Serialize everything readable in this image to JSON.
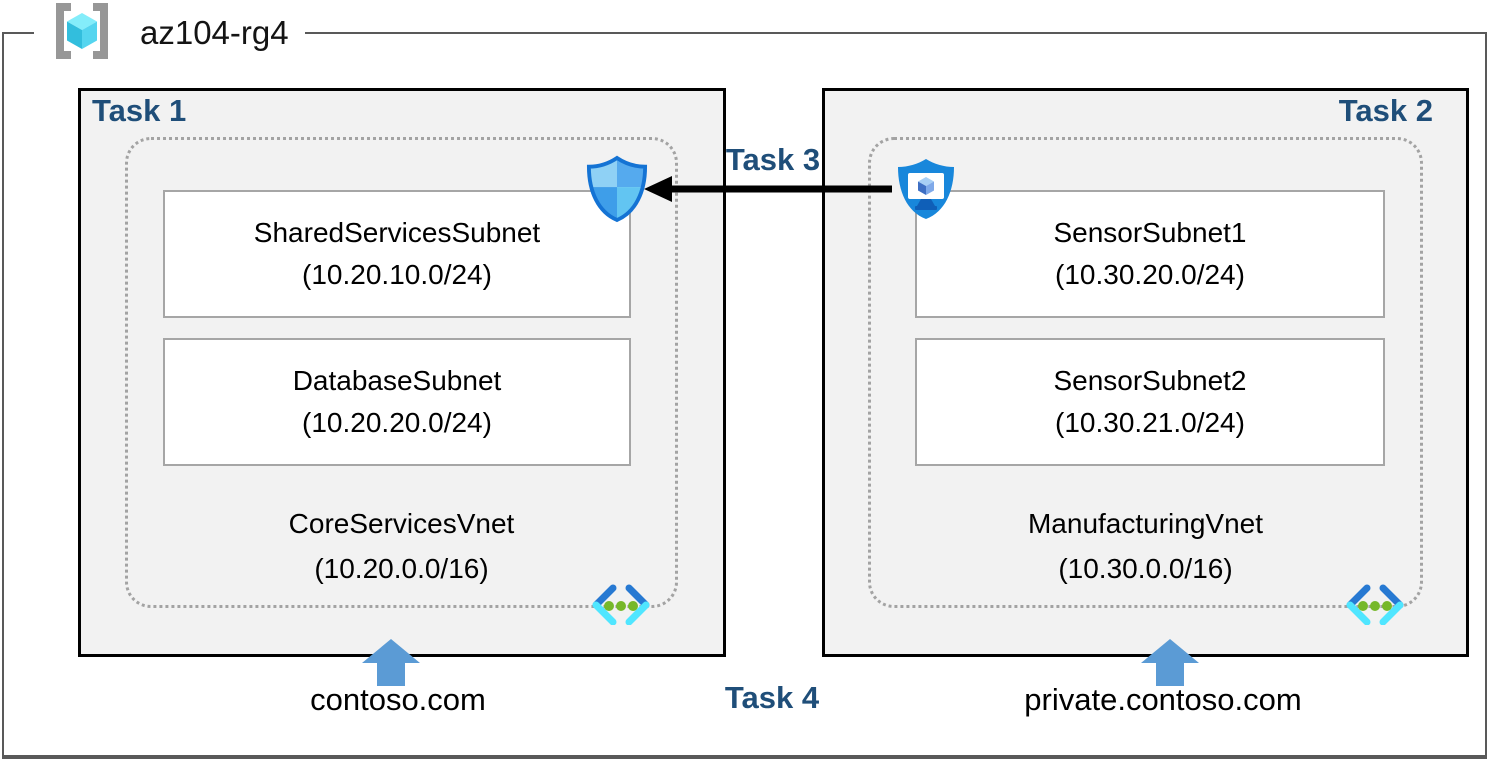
{
  "resource_group": {
    "name": "az104-rg4",
    "icon": "resource-group-icon"
  },
  "left": {
    "task_label": "Task 1",
    "subnets": [
      {
        "name": "SharedServicesSubnet",
        "cidr": "(10.20.10.0/24)"
      },
      {
        "name": "DatabaseSubnet",
        "cidr": "(10.20.20.0/24)"
      }
    ],
    "vnet": {
      "name": "CoreServicesVnet",
      "cidr": "(10.20.0.0/16)",
      "icon": "virtual-network-icon"
    },
    "dns": "contoso.com"
  },
  "right": {
    "task_label": "Task 2",
    "subnets": [
      {
        "name": "SensorSubnet1",
        "cidr": "(10.30.20.0/24)"
      },
      {
        "name": "SensorSubnet2",
        "cidr": "(10.30.21.0/24)"
      }
    ],
    "vnet": {
      "name": "ManufacturingVnet",
      "cidr": "(10.30.0.0/16)",
      "icon": "virtual-network-icon"
    },
    "dns": "private.contoso.com"
  },
  "center": {
    "task3_label": "Task 3",
    "task4_label": "Task 4",
    "arrow_direction": "right-to-left",
    "source_icon": "bastion-shield-monitor-icon",
    "target_icon": "network-security-shield-icon"
  },
  "colors": {
    "task_label": "#1f4e79",
    "box_fill": "#f2f2f2",
    "box_border": "#000000",
    "dashed_border": "#a3a3a3",
    "subnet_border": "#a6a6a6",
    "frame_border": "#595959",
    "up_arrow_blue": "#5b9bd5",
    "vnet_chevron_dark": "#2779d2",
    "vnet_chevron_light": "#50e6ff",
    "vnet_dots_green": "#76b82a",
    "shield_blue": "#1677d2",
    "bastion_blue": "#1887db"
  }
}
